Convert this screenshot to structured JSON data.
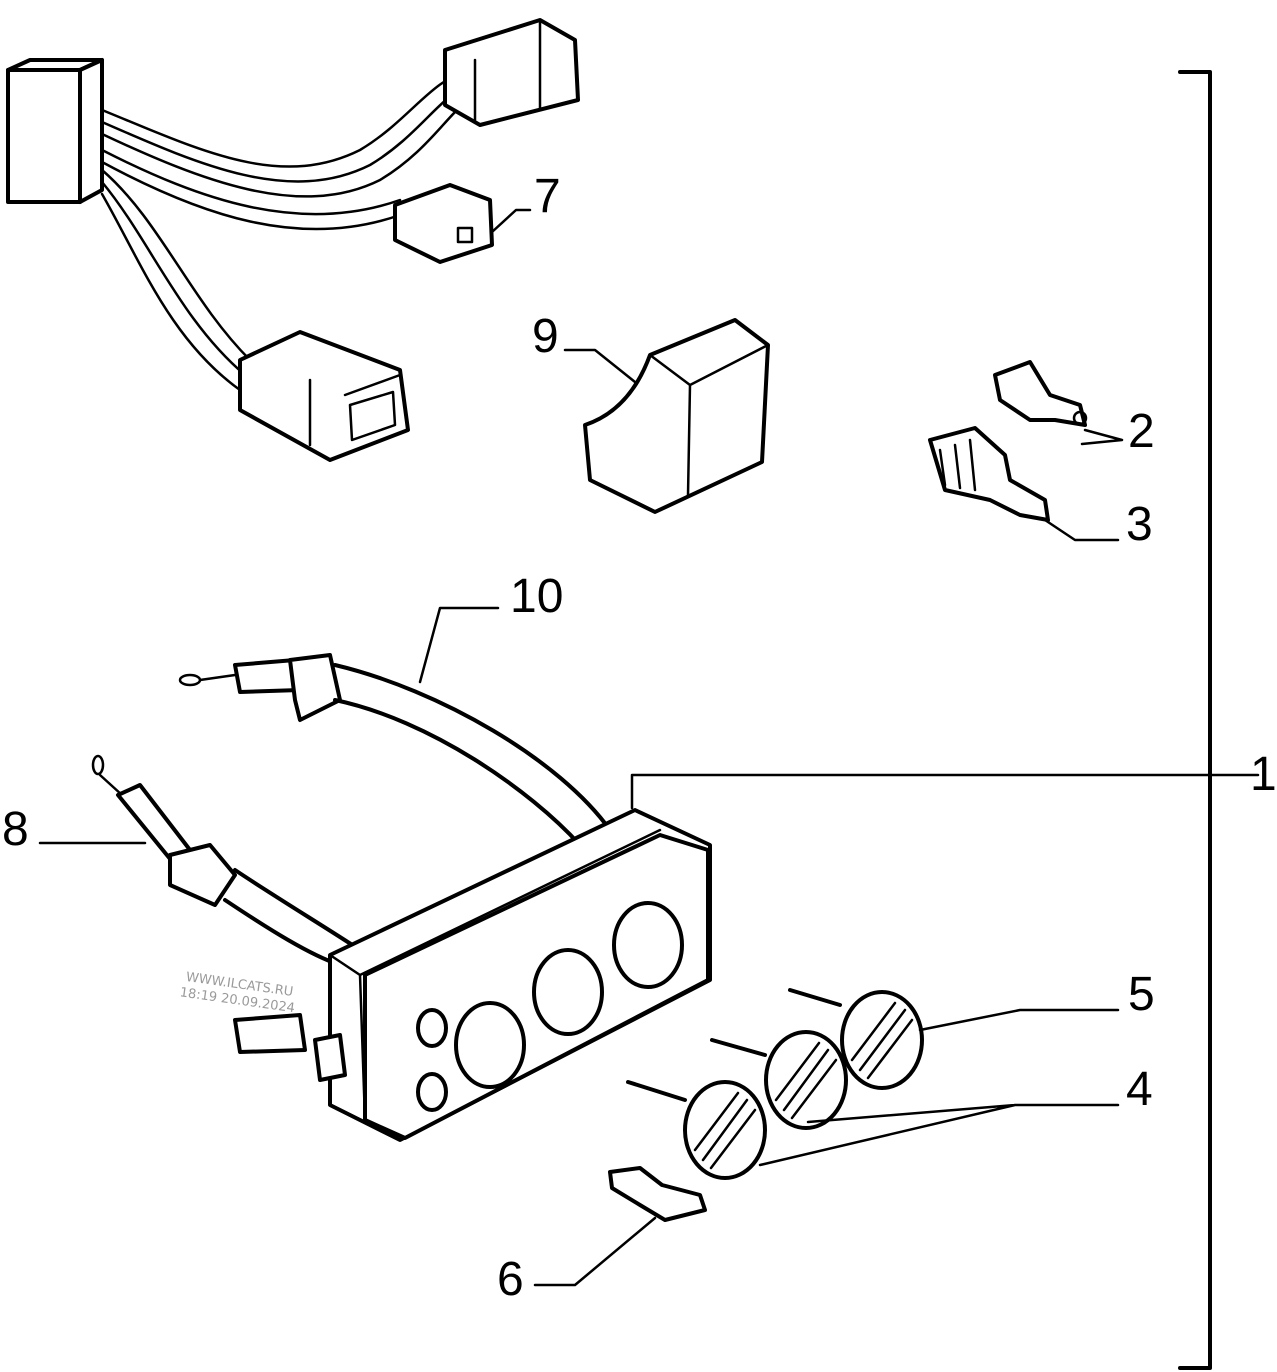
{
  "callouts": [
    {
      "id": "callout-1",
      "text": "1"
    },
    {
      "id": "callout-2",
      "text": "2"
    },
    {
      "id": "callout-3",
      "text": "3"
    },
    {
      "id": "callout-4",
      "text": "4"
    },
    {
      "id": "callout-5",
      "text": "5"
    },
    {
      "id": "callout-6",
      "text": "6"
    },
    {
      "id": "callout-7",
      "text": "7"
    },
    {
      "id": "callout-8",
      "text": "8"
    },
    {
      "id": "callout-9",
      "text": "9"
    },
    {
      "id": "callout-10",
      "text": "10"
    }
  ],
  "watermark": {
    "site": "WWW.ILCATS.RU",
    "timestamp": "18:19 20.09.2024"
  }
}
